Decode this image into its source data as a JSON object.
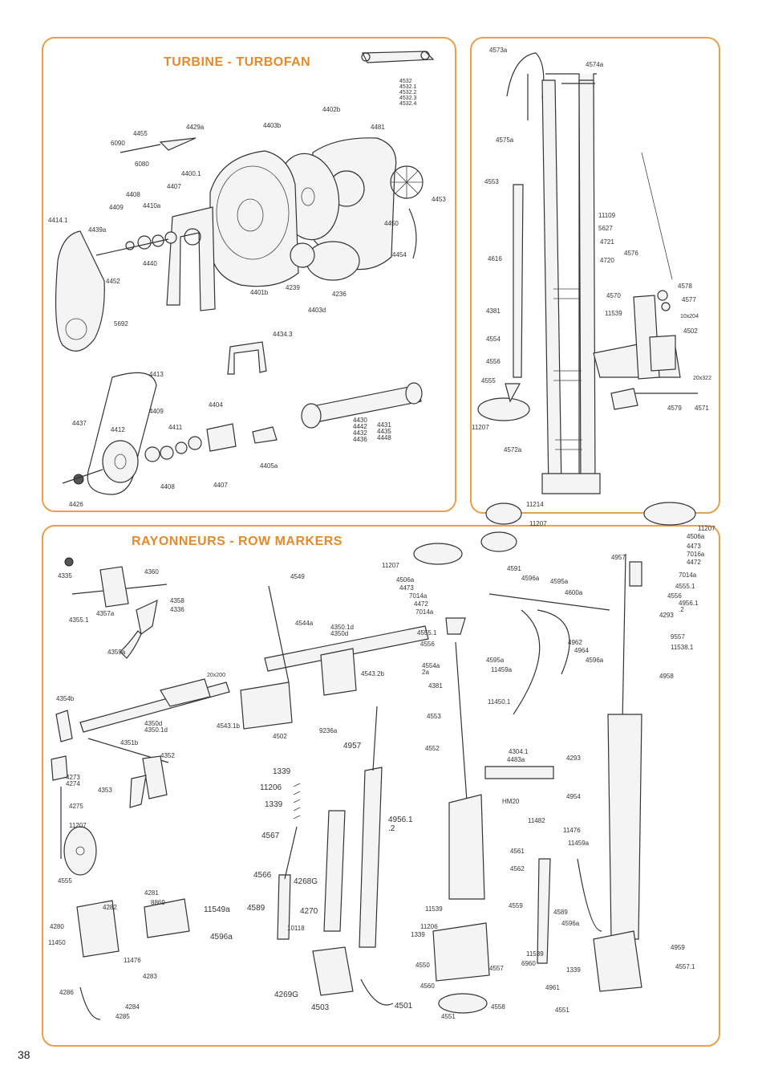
{
  "page": {
    "number": "38"
  },
  "sections": {
    "turbine": {
      "title": "TURBINE - TURBOFAN"
    },
    "markers": {
      "title": "RAYONNEURS - ROW MARKERS"
    }
  },
  "colors": {
    "accent": "#e58a2a",
    "border": "#e7a14a",
    "ink": "#333333"
  },
  "turbine_labels": [
    "4532\n4532.1\n4532.2\n4532.3\n4532.4",
    "4402b",
    "4403b",
    "4429a",
    "4455",
    "6090",
    "6080",
    "4481",
    "4400.1",
    "4407",
    "4408",
    "4410a",
    "4409",
    "4439a",
    "4414.1",
    "4440",
    "4452",
    "5692",
    "4453",
    "4450",
    "4454",
    "4239",
    "4236",
    "4403d",
    "4401b",
    "4434.3",
    "4413",
    "4404",
    "4409",
    "4411",
    "4437",
    "4412",
    "4408",
    "4407",
    "4405a",
    "4430\n4442\n4432\n4436",
    "4431\n4435\n4448",
    "4426"
  ],
  "frame_labels": [
    "4573a",
    "4574a",
    "4575a",
    "4553",
    "11109",
    "5627",
    "4721",
    "4720",
    "4576",
    "4616",
    "4578",
    "4577",
    "4570",
    "10x204",
    "11539",
    "4502",
    "4381",
    "4554",
    "4556",
    "4555",
    "20x322",
    "4579",
    "4571",
    "11207",
    "4572a"
  ],
  "marker_labels": [
    "4335",
    "4360",
    "4358",
    "4336",
    "4357a",
    "4355.1",
    "4359a",
    "4549",
    "4544a",
    "4350.1d\n4350d",
    "4543.2b",
    "20x200",
    "4543.1b",
    "4502",
    "9236a",
    "4354b",
    "4350d\n4350.1d",
    "4351b",
    "4352",
    "4273\n4274",
    "4353",
    "4275",
    "11207",
    "4555",
    "4957",
    "1339",
    "11206",
    "1339",
    "4567",
    "4566",
    "4268G",
    "4956.1\n.2",
    "11549a",
    "4589",
    "4270",
    "4596a",
    "10118",
    "4269G",
    "4503",
    "4501",
    "4281",
    "4282",
    "8869",
    "4280",
    "11450",
    "11476",
    "4286",
    "4284",
    "4285",
    "4283",
    "11207",
    "4506a",
    "4473",
    "7014a",
    "4472",
    "7014a",
    "4555.1",
    "4556",
    "4554a\n2a",
    "4381",
    "4553",
    "4552",
    "11539",
    "11206",
    "1339",
    "4550",
    "4560",
    "4557",
    "4558",
    "4551",
    "11214",
    "11207",
    "4591",
    "4596a",
    "4595a",
    "4600a",
    "4962",
    "4964",
    "4595a",
    "11459a",
    "4596a",
    "11450.1",
    "4304.1",
    "4483a",
    "HM20",
    "11482",
    "11476",
    "4561",
    "11459a",
    "4562",
    "4559",
    "4589",
    "4596a",
    "11539",
    "6960",
    "1339",
    "4961",
    "4551",
    "4957",
    "4473",
    "7016a",
    "4472",
    "7014a",
    "4555.1",
    "4556",
    "4956.1\n.2",
    "4293",
    "9557",
    "11538.1",
    "4958",
    "4293",
    "4954",
    "4959",
    "4557.1",
    "11207",
    "4506a"
  ]
}
